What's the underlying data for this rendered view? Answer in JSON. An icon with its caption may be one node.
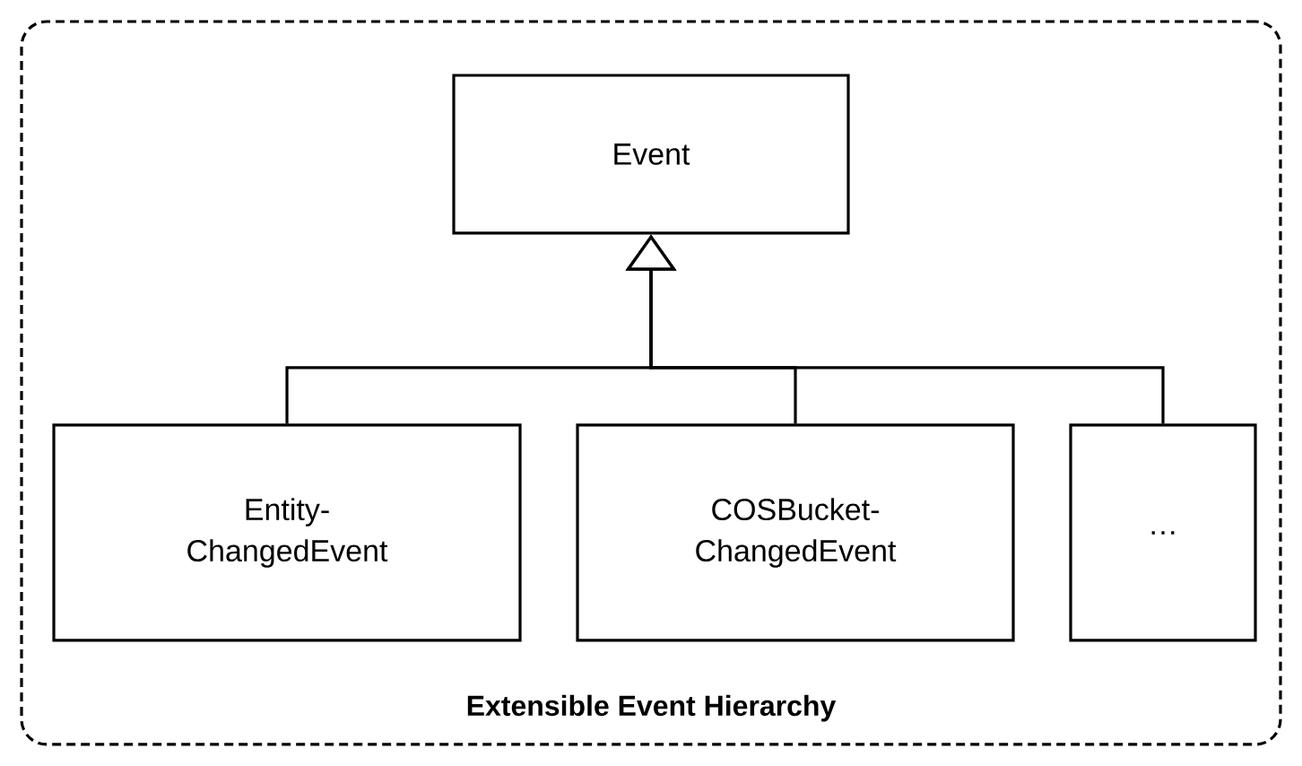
{
  "diagram": {
    "nodes": [
      {
        "text": [
          "Extensible Event Hierarchy"
        ]
      },
      {
        "text": [
          "Event"
        ],
        "in": 0
      },
      {
        "text": [
          "Entity- ChangedEvent"
        ],
        "in": 0
      },
      {
        "text": [
          "COSBucket- ChangedEvent"
        ],
        "in": 0
      },
      {
        "text": [
          "…"
        ],
        "in": 0
      }
    ],
    "edges": [
      {
        "from": 2,
        "to": 1,
        "arrow": "to"
      },
      {
        "from": 3,
        "to": 1,
        "arrow": "to"
      },
      {
        "from": 4,
        "to": 1,
        "arrow": "to"
      }
    ]
  }
}
